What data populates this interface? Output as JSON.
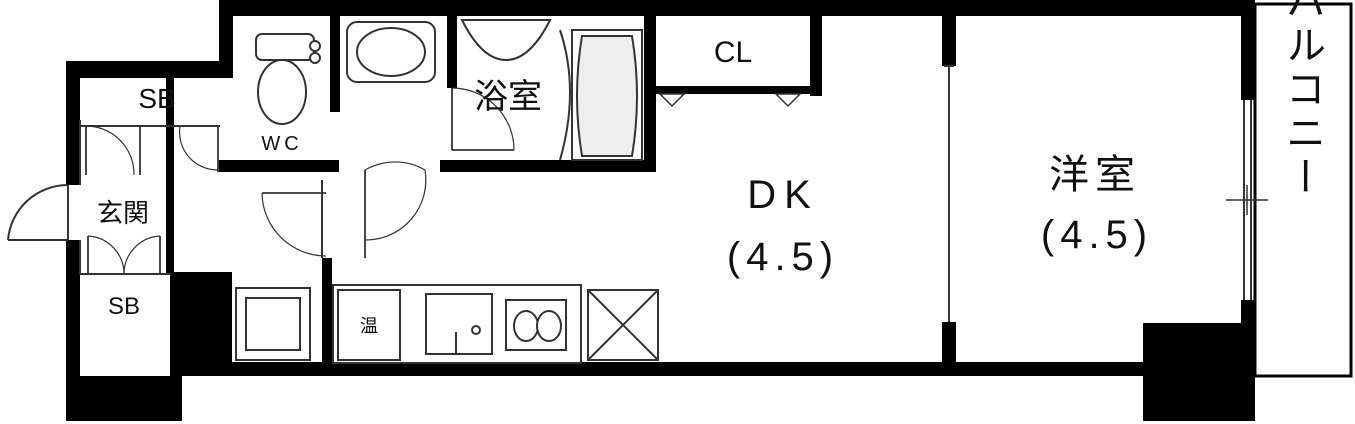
{
  "floor_plan": {
    "rooms": {
      "sb_top": "SB",
      "sb_bottom": "SB",
      "entrance": "玄関",
      "wc": "WC",
      "bath": "浴室",
      "closet": "CL",
      "dk_name": "DK",
      "dk_size": "(4.5)",
      "western_name": "洋室",
      "western_size": "(4.5)",
      "balcony": "バルコニー",
      "water_heater": "温"
    },
    "colors": {
      "wall": "#000000",
      "background": "#ffffff",
      "fixture_fill": "#eeeeee",
      "line": "#333333"
    }
  }
}
